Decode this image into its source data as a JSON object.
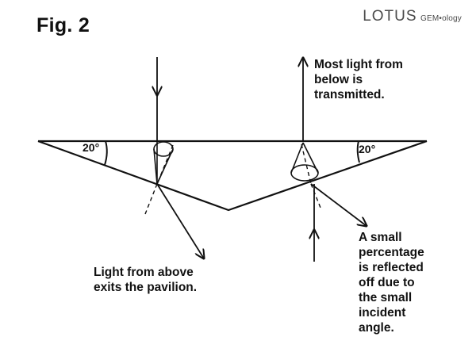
{
  "figure": {
    "title": "Fig. 2"
  },
  "logo": {
    "brand": "LOTUS",
    "suffix": "GEM•ology"
  },
  "angles": {
    "left": "20°",
    "right": "20°"
  },
  "labels": {
    "top_right": [
      "Most light from",
      "below is",
      "transmitted."
    ],
    "bottom_left": [
      "Light from above",
      "exits the pavilion."
    ],
    "bottom_right": [
      "A small",
      "percentage",
      "is reflected",
      "off due to",
      "the small",
      "incident",
      "angle."
    ]
  },
  "colors": {
    "ink": "#111111",
    "logo": "#4a4a4a",
    "background": "#ffffff"
  }
}
